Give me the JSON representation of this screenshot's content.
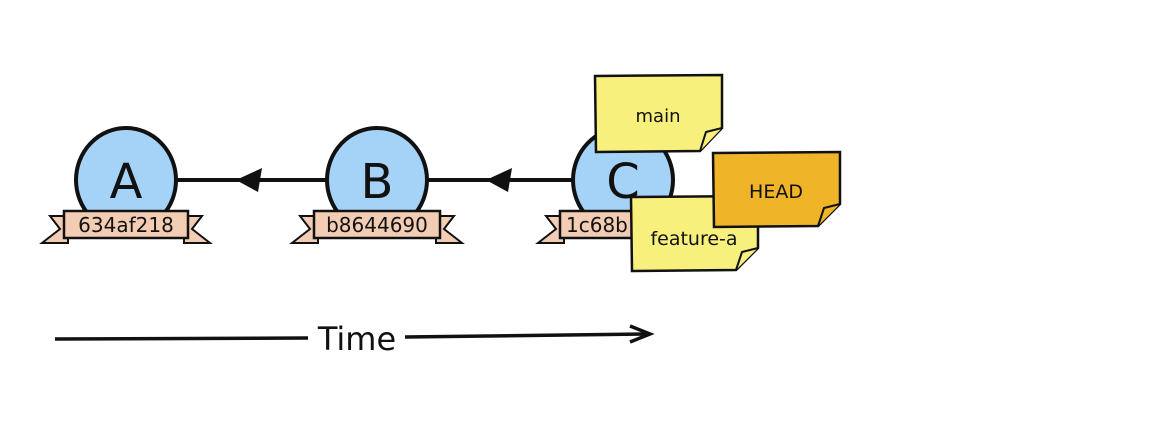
{
  "commits": [
    {
      "letter": "A",
      "hash": "634af218"
    },
    {
      "letter": "B",
      "hash": "b8644690"
    },
    {
      "letter": "C",
      "hash": "1c68b"
    }
  ],
  "labels": {
    "main": "main",
    "feature": "feature-a",
    "head": "HEAD"
  },
  "timeline": {
    "label": "Time"
  },
  "colors": {
    "commit": "#a5d2f7",
    "ribbon": "#f3cdb3",
    "branch_note": "#f8f07c",
    "head_note": "#f0b429"
  }
}
